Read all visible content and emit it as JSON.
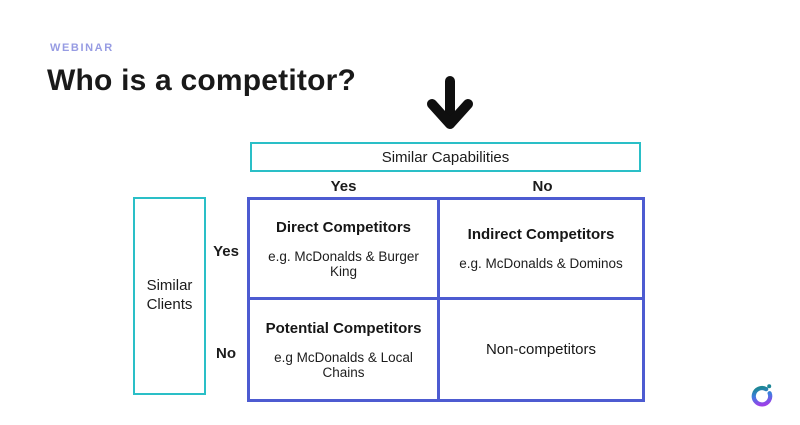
{
  "slide": {
    "eyebrow": "WEBINAR",
    "title": "Who is a competitor?"
  },
  "matrix": {
    "top_header": "Similar Capabilities",
    "col_labels": [
      "Yes",
      "No"
    ],
    "left_header": "Similar Clients",
    "row_labels": [
      "Yes",
      "No"
    ],
    "cells": [
      {
        "title": "Direct Competitors",
        "example": "e.g. McDonalds & Burger King"
      },
      {
        "title": "Indirect Competitors",
        "example": "e.g. McDonalds & Dominos"
      },
      {
        "title": "Potential Competitors",
        "example": "e.g McDonalds & Local Chains"
      },
      {
        "title": "Non-competitors",
        "example": ""
      }
    ]
  },
  "icons": {
    "down_arrow": "down-arrow-icon",
    "logo": "brand-logo"
  },
  "colors": {
    "teal_border": "#2abfc7",
    "blue_border": "#4d5bd1",
    "eyebrow_text": "#979ce3",
    "text": "#1a1a1a",
    "arrow": "#0f0f0f",
    "logo_gradient_top": "#1d8696",
    "logo_gradient_mid": "#3e7de0",
    "logo_gradient_bottom": "#9a41e8"
  }
}
